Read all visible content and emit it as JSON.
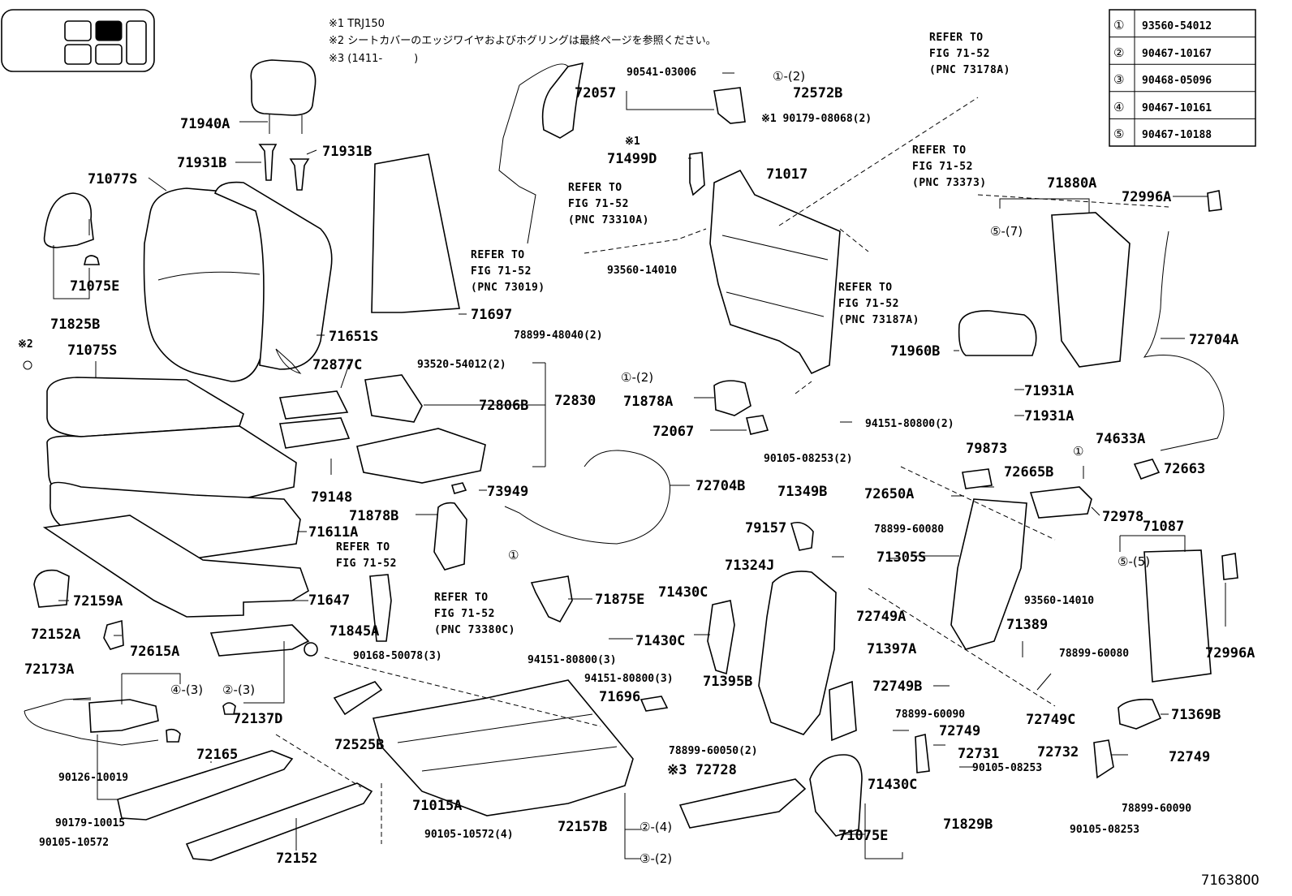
{
  "notes": {
    "n1": "※1 TRJ150",
    "n2": "※2 シートカバーのエッジワイヤおよびホグリングは最終ページを参照ください。",
    "n3": "※3 (1411-　　　)"
  },
  "figure_id": "71638OO",
  "legend": [
    {
      "num": "①",
      "part": "93560-54012"
    },
    {
      "num": "②",
      "part": "90467-10167"
    },
    {
      "num": "③",
      "part": "90468-05096"
    },
    {
      "num": "④",
      "part": "90467-10161"
    },
    {
      "num": "⑤",
      "part": "90467-10188"
    }
  ],
  "labels": {
    "p71940A": "71940A",
    "p71931B_a": "71931B",
    "p71931B_b": "71931B",
    "p71077S": "71077S",
    "p71075E_a": "71075E",
    "p71825B": "71825B",
    "p71697": "71697",
    "p71651S": "71651S",
    "star2": "※2",
    "p71075S": "71075S",
    "p72877C": "72877C",
    "p93520": "93520-54012(2)",
    "p72806B": "72806B",
    "p72830": "72830",
    "p79148": "79148",
    "p73949": "73949",
    "p71611A": "71611A",
    "p71878B": "71878B",
    "p71647": "71647",
    "p72159A": "72159A",
    "p72152A": "72152A",
    "p72615A": "72615A",
    "p71845A": "71845A",
    "p90168": "90168-50078(3)",
    "p72173A": "72173A",
    "c4_3": "④-(3)",
    "c2_3": "②-(3)",
    "p72137D": "72137D",
    "p72165": "72165",
    "p90126": "90126-10019",
    "p90179_10015": "90179-10015",
    "p90105_10572": "90105-10572",
    "p72152": "72152",
    "p72525B": "72525B",
    "p90105_10572_4": "90105-10572(4)",
    "p71015A": "71015A",
    "p72157B": "72157B",
    "c2_4": "②-(4)",
    "c3_2": "③-(2)",
    "p72057": "72057",
    "p90541": "90541-03006",
    "c1_2a": "①-(2)",
    "p72572B": "72572B",
    "p90179_08068": "※1 90179-08068(2)",
    "star1": "※1",
    "p71499D": "71499D",
    "p71017": "71017",
    "p93560_14010a": "93560-14010",
    "p78899_48040": "78899-48040(2)",
    "c1_2b": "①-(2)",
    "p71878A": "71878A",
    "p72067": "72067",
    "p94151_80800_2": "94151-80800(2)",
    "p90105_08253_2": "90105-08253(2)",
    "p72704B": "72704B",
    "p71875E": "71875E",
    "c1a": "①",
    "p71430C_a": "71430C",
    "p71430C_b": "71430C",
    "p94151_3a": "94151-80800(3)",
    "p94151_3b": "94151-80800(3)",
    "p71395B": "71395B",
    "p71696": "71696",
    "p78899_60050": "78899-60050(2)",
    "star3_72728": "※3 72728",
    "p79157": "79157",
    "p71324J": "71324J",
    "p71349B": "71349B",
    "p78899_60080a": "78899-60080",
    "p71305S": "71305S",
    "p72749A": "72749A",
    "p93560_14010b": "93560-14010",
    "p71397A": "71397A",
    "p72749B": "72749B",
    "p78899_60090a": "78899-60090",
    "p72749_a": "72749",
    "p72731": "72731",
    "p90105_08253a": "90105-08253",
    "p71430C_c": "71430C",
    "p71075E_b": "71075E",
    "p71829B": "71829B",
    "p71389": "71389",
    "p78899_60080b": "78899-60080",
    "p72749C": "72749C",
    "p72732": "72732",
    "p72749_b": "72749",
    "p78899_60090b": "78899-60090",
    "p90105_08253b": "90105-08253",
    "p79873": "79873",
    "p72650A": "72650A",
    "p72665B": "72665B",
    "c1b": "①",
    "p74633A": "74633A",
    "p72663": "72663",
    "p72978": "72978",
    "p71880A": "71880A",
    "c5_7": "⑤-(7)",
    "p72996A_a": "72996A",
    "p72704A": "72704A",
    "p71960B": "71960B",
    "p71931A_a": "71931A",
    "p71931A_b": "71931A",
    "p71087": "71087",
    "c5_5": "⑤-(5)",
    "p72996A_b": "72996A",
    "p71369B": "71369B"
  },
  "refs": {
    "r1": [
      "REFER TO",
      "FIG 71-52",
      "(PNC 73178A)"
    ],
    "r2": [
      "REFER TO",
      "FIG 71-52",
      "(PNC 73373)"
    ],
    "r3": [
      "REFER TO",
      "FIG 71-52",
      "(PNC 73310A)"
    ],
    "r4": [
      "REFER TO",
      "FIG 71-52",
      "(PNC 73019)"
    ],
    "r5": [
      "REFER TO",
      "FIG 71-52",
      "(PNC 73187A)"
    ],
    "r6": [
      "REFER TO",
      "FIG 71-52"
    ],
    "r7": [
      "REFER TO",
      "FIG 71-52",
      "(PNC 73380C)"
    ]
  }
}
